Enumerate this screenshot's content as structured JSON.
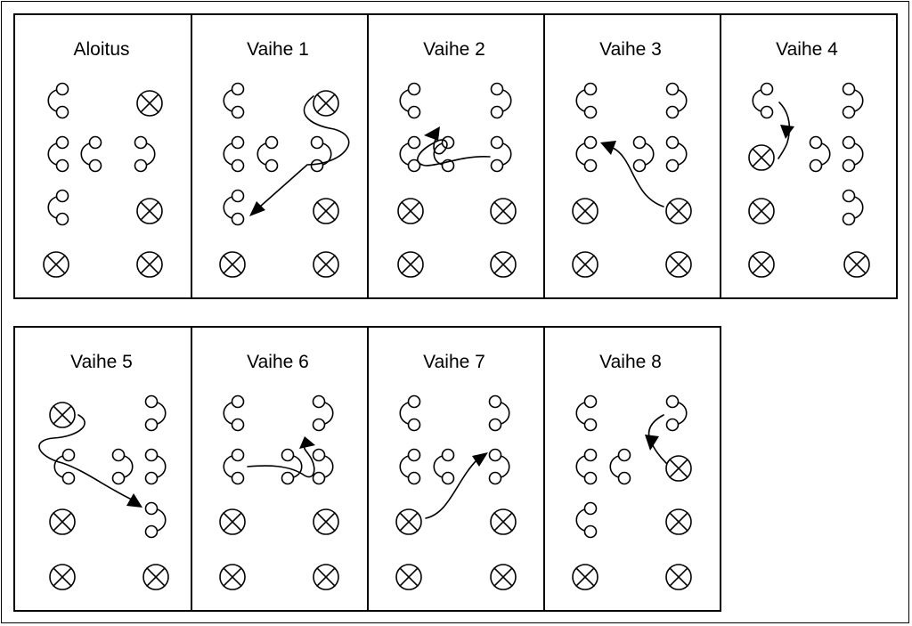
{
  "colors": {
    "ink": "#000000",
    "background": "#ffffff"
  },
  "symbols": {
    "hook": "hook-symbol-icon",
    "empty": "crossed-circle-icon"
  },
  "panels": [
    {
      "title": "Aloitus"
    },
    {
      "title": "Vaihe 1"
    },
    {
      "title": "Vaihe 2"
    },
    {
      "title": "Vaihe 3"
    },
    {
      "title": "Vaihe 4"
    },
    {
      "title": "Vaihe 5"
    },
    {
      "title": "Vaihe 6"
    },
    {
      "title": "Vaihe 7"
    },
    {
      "title": "Vaihe 8"
    }
  ]
}
